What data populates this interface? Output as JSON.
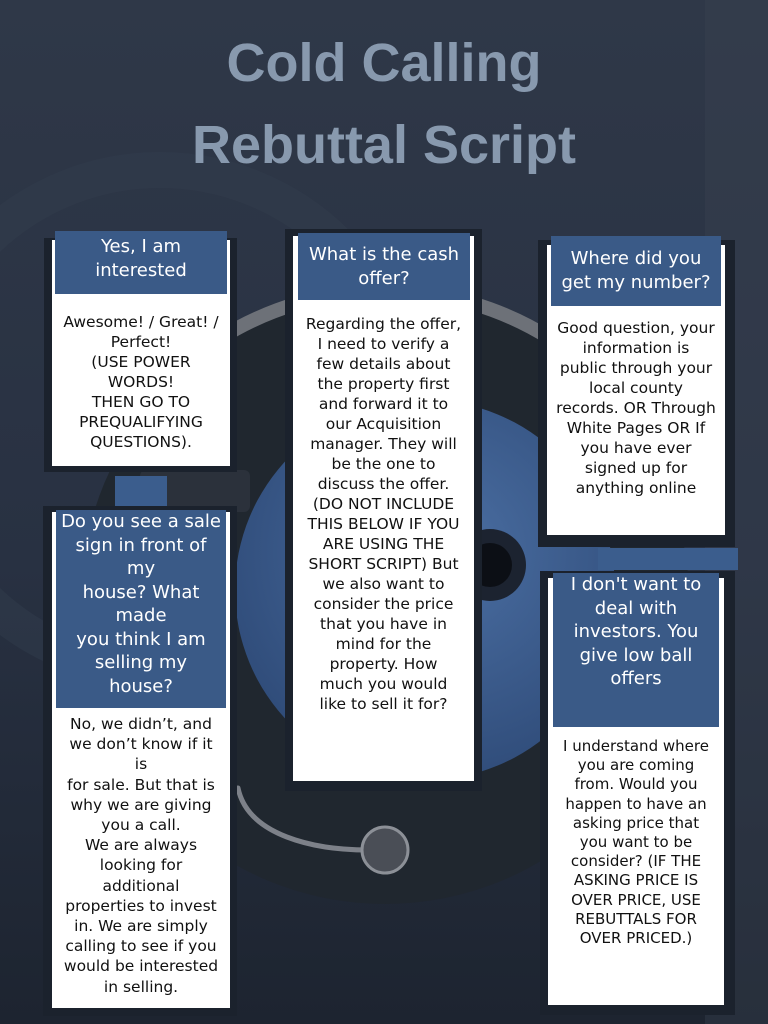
{
  "title": {
    "line1": "Cold Calling",
    "line2": "Rebuttal Script"
  },
  "cards": [
    {
      "header": "Yes, I am\ninterested",
      "body": "Awesome! / Great! /\nPerfect!\n(USE POWER\nWORDS!\nTHEN GO TO\nPREQUALIFYING\nQUESTIONS)."
    },
    {
      "header": "What is the cash\noffer?",
      "body": "Regarding the offer,\nI need to verify a\nfew details about\nthe property first\nand forward it to\nour Acquisition\nmanager. They will\nbe the one to\ndiscuss the offer.\n(DO NOT INCLUDE\nTHIS BELOW IF YOU\nARE USING THE\nSHORT SCRIPT) But\nwe also want to\nconsider the price\nthat you have in\nmind for the\nproperty. How\nmuch you would\nlike to sell it for?"
    },
    {
      "header": "Where did you\nget my number?",
      "body": "Good question, your\ninformation is\npublic through your\nlocal county\nrecords. OR Through\nWhite Pages OR If\nyou have ever\nsigned up for\nanything online"
    },
    {
      "header": "Do you see a sale\nsign in front of\nmy\nhouse? What\nmade\nyou think I am\nselling my\nhouse?",
      "body": "No, we didn’t, and\nwe don’t know if it\nis\nfor sale. But that is\nwhy we are giving\nyou a call.\nWe are always\nlooking for\nadditional\nproperties to invest\nin. We are simply\ncalling to see if you\nwould be interested\nin selling."
    },
    {
      "header": "I don't want to\ndeal with\ninvestors. You\ngive low ball\noffers",
      "body": "I understand where\nyou are coming\nfrom. Would you\nhappen to have an\nasking price that\nyou want to be\nconsider? (IF THE\nASKING PRICE IS\nOVER PRICE, USE\nREBUTTALS FOR\nOVER PRICED.)"
    }
  ],
  "colors": {
    "background": "#283142",
    "title": "#8899ae",
    "header": "#3a5a87",
    "card": "#ffffff",
    "body_text": "#111111",
    "dial": "#3b5d8d"
  },
  "icons": {
    "background": "rotary-phone-dial-icon"
  }
}
